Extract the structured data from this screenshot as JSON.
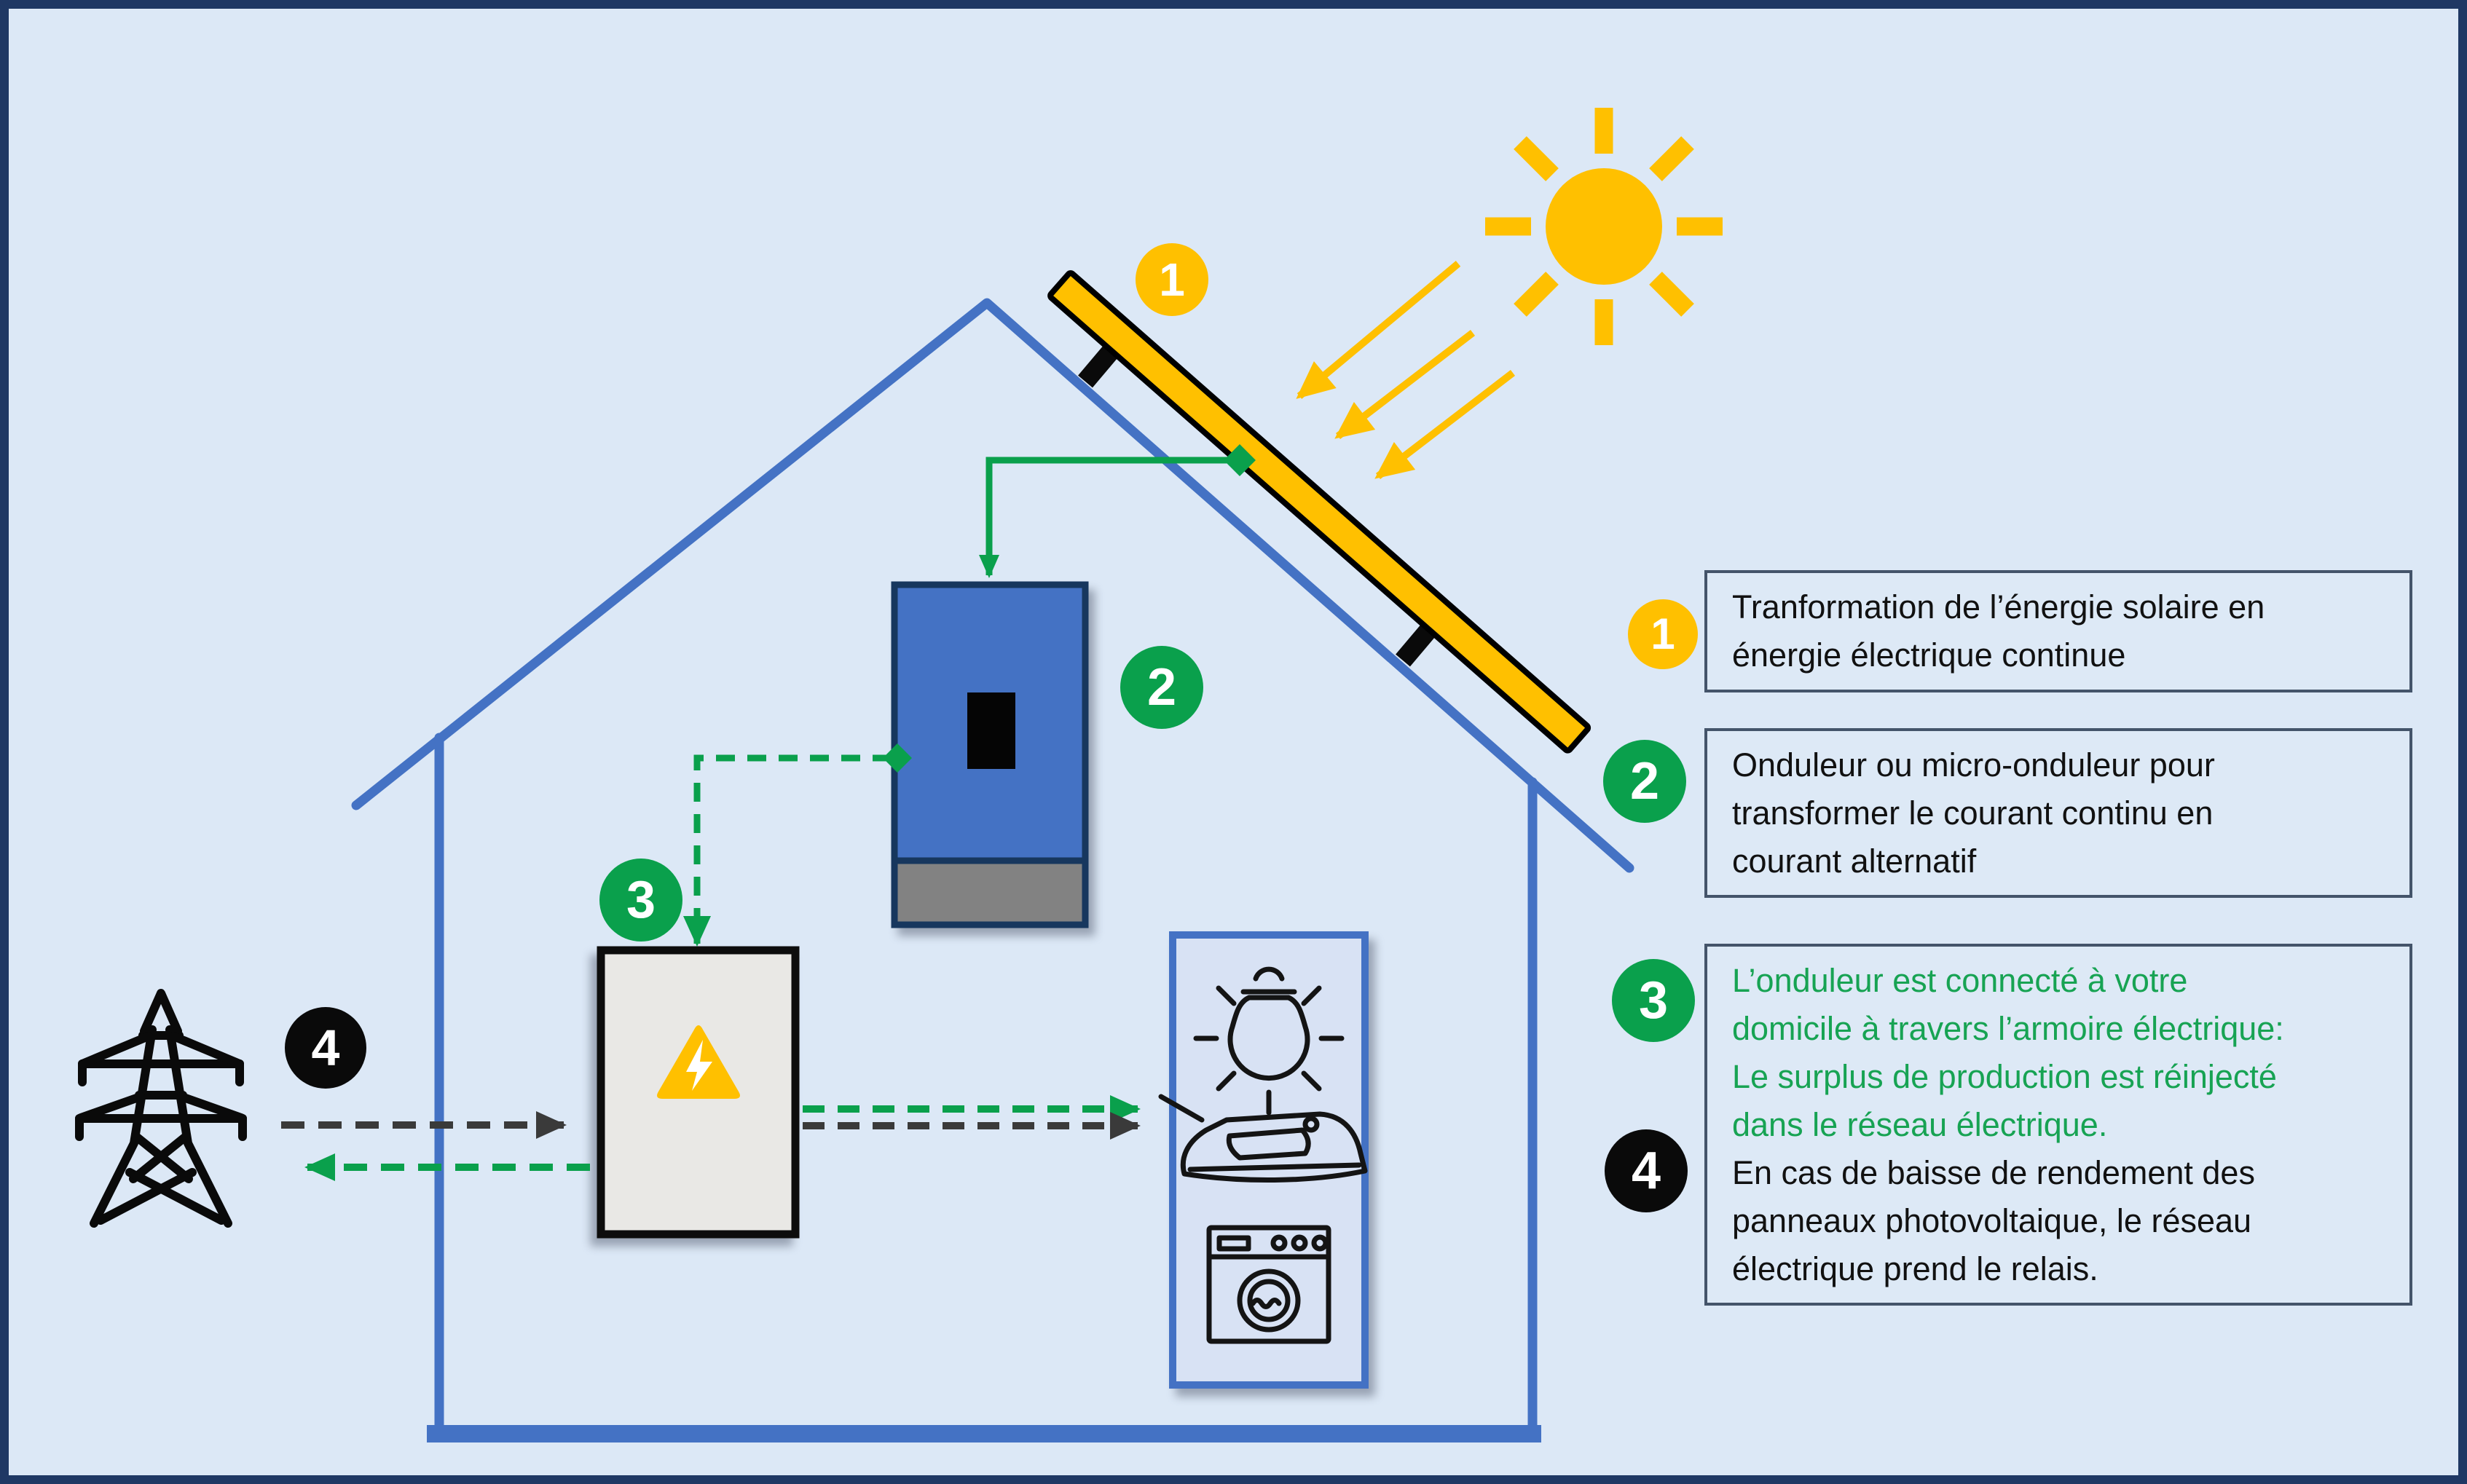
{
  "page": {
    "background_color": "#DCE8F6",
    "border_color": "#1F3864"
  },
  "colors": {
    "house_blue": "#4472C4",
    "accent_yellow": "#FFC000",
    "accent_green": "#0AA04C",
    "green_text": "#17A353",
    "dark_arrow": "#3A3A3A",
    "inverter_border": "#17375E",
    "inverter_base_gray": "#828282",
    "cabinet_fill": "#E9E8E5",
    "appliance_panel_fill": "#D8E2F4",
    "legend_border": "#44546A"
  },
  "markers": {
    "m1": "1",
    "m2": "2",
    "m3": "3",
    "m4": "4"
  },
  "legend": {
    "box1": {
      "lines": [
        "Tranformation de l’énergie solaire en",
        "énergie électrique continue"
      ]
    },
    "box2": {
      "lines": [
        "Onduleur ou micro-onduleur pour",
        "transformer le courant continu en",
        "courant alternatif"
      ]
    },
    "box3": {
      "green_lines": [
        "L’onduleur est connecté à votre",
        "domicile à travers l’armoire électrique:",
        "Le surplus de production est réinjecté",
        "dans le réseau électrique."
      ],
      "black_lines": [
        "En cas de baisse de rendement des",
        "panneaux photovoltaique, le réseau",
        "électrique prend le relais."
      ]
    }
  },
  "icons": {
    "sun": "sun-icon",
    "solar_panel": "solar-panel",
    "house": "house-outline",
    "inverter": "inverter-box",
    "electrical_cabinet": "electrical-cabinet",
    "warning": "high-voltage-warning-icon",
    "pylon": "transmission-tower-icon",
    "lightbulb": "lightbulb-icon",
    "iron": "clothes-iron-icon",
    "washing_machine": "washing-machine-icon"
  }
}
